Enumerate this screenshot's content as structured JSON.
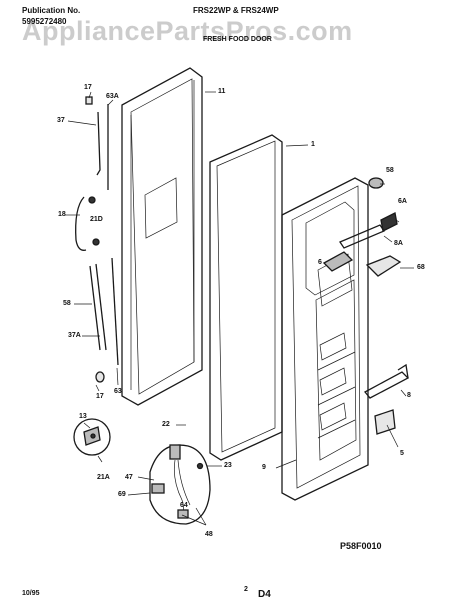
{
  "header": {
    "publication_label": "Publication No.",
    "publication_number": "5995272480",
    "models": "FRS22WP & FRS24WP",
    "section": "FRESH FOOD DOOR"
  },
  "watermark": "AppliancePartsPros.com",
  "callouts": [
    "17",
    "63A",
    "11",
    "37",
    "1",
    "58",
    "6A",
    "18",
    "21D",
    "8A",
    "6",
    "68",
    "58",
    "37A",
    "17",
    "63",
    "8",
    "13",
    "22",
    "23",
    "5",
    "47",
    "21A",
    "9",
    "69",
    "64",
    "48"
  ],
  "footer": {
    "figure_id": "P58F0010",
    "date": "10/95",
    "page": "2",
    "sheet": "D4"
  }
}
